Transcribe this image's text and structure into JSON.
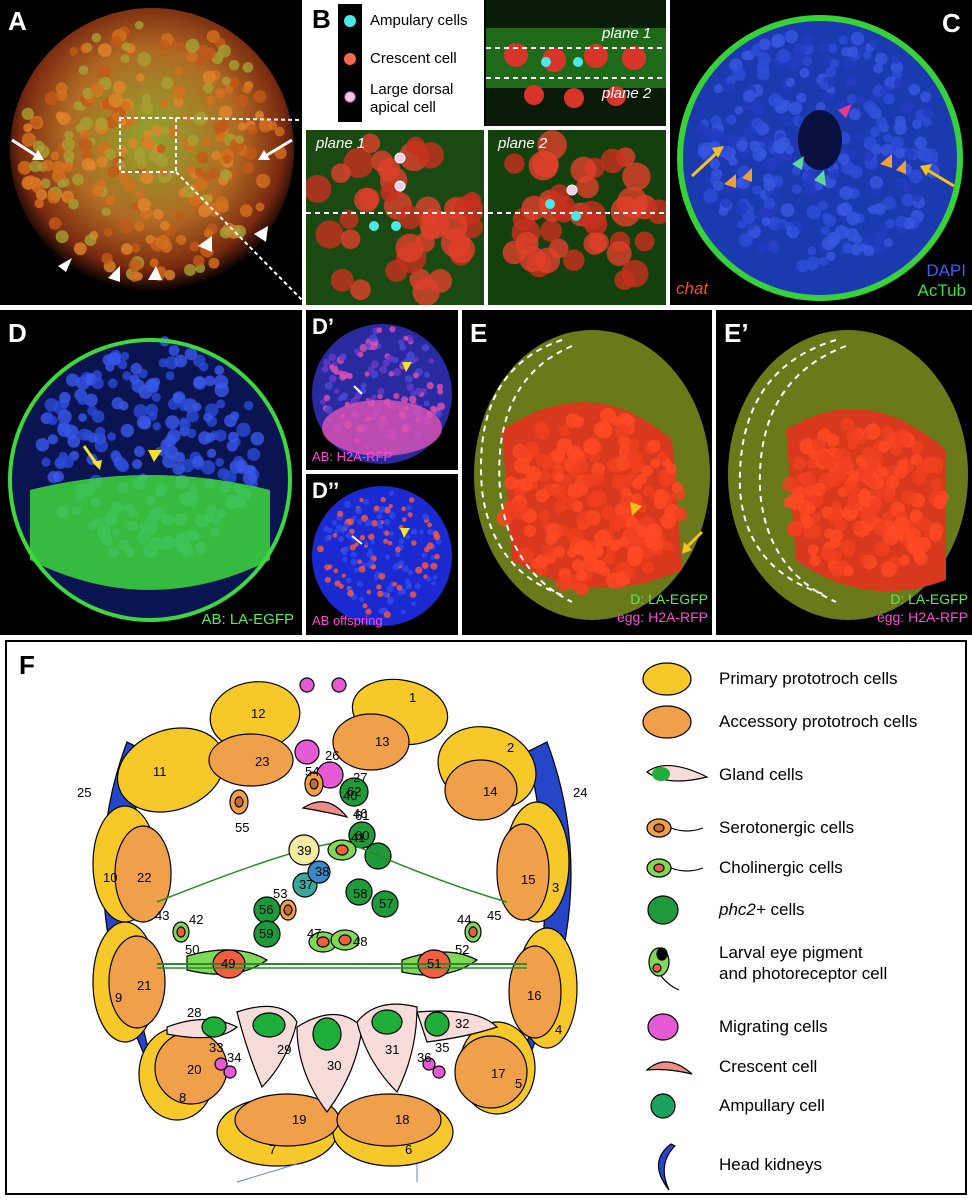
{
  "panels": {
    "a": {
      "label": "A"
    },
    "b": {
      "label": "B",
      "legend": [
        "Ampulary cells",
        "Crescent cell",
        "Large dorsal apical cell"
      ],
      "legend_line3a": "Large dorsal",
      "legend_line3b": "apical cell",
      "plane1": "plane 1",
      "plane2": "plane 2"
    },
    "c": {
      "label": "C",
      "stain": "chat",
      "dapi": "DAPI",
      "actub": "AcTub"
    },
    "d": {
      "label": "D",
      "caption": "AB: LA-EGFP"
    },
    "d1": {
      "label": "D’",
      "caption": "AB: H2A-RFP"
    },
    "d2": {
      "label": "D’’",
      "caption": "AB offspring"
    },
    "e": {
      "label": "E",
      "caption1": "D: LA-EGFP",
      "caption2": "egg: H2A-RFP"
    },
    "e1": {
      "label": "E’",
      "caption1": "D: LA-EGFP",
      "caption2": "egg: H2A-RFP"
    },
    "f": {
      "label": "F",
      "legend": [
        {
          "key": "primary",
          "text": "Primary prototroch cells"
        },
        {
          "key": "accessory",
          "text": "Accessory prototroch cells"
        },
        {
          "key": "gland",
          "text": "Gland cells"
        },
        {
          "key": "serotonergic",
          "text": "Serotonergic cells"
        },
        {
          "key": "cholinergic",
          "text": "Cholinergic cells"
        },
        {
          "key": "phc2",
          "text": "phc2+",
          "suffix": " cells"
        },
        {
          "key": "eye",
          "text": "Larval eye pigment",
          "text2": "and photoreceptor cell"
        },
        {
          "key": "migrating",
          "text": "Migrating cells"
        },
        {
          "key": "crescent",
          "text": "Crescent cell"
        },
        {
          "key": "ampullary",
          "text": "Ampullary cell"
        },
        {
          "key": "kidney",
          "text": "Head kidneys"
        }
      ],
      "numbers": [
        "1",
        "2",
        "3",
        "4",
        "5",
        "6",
        "7",
        "8",
        "9",
        "10",
        "11",
        "12",
        "13",
        "14",
        "15",
        "16",
        "17",
        "18",
        "19",
        "20",
        "21",
        "22",
        "23",
        "24",
        "25",
        "26",
        "27",
        "28",
        "29",
        "30",
        "31",
        "32",
        "33",
        "34",
        "35",
        "36",
        "37",
        "38",
        "39",
        "40",
        "41",
        "42",
        "43",
        "44",
        "45",
        "46",
        "47",
        "48",
        "49",
        "50",
        "51",
        "52",
        "53",
        "54",
        "55",
        "56",
        "57",
        "58",
        "59",
        "60",
        "61",
        "62"
      ]
    }
  },
  "colors": {
    "primary": "#f7c82a",
    "accessory": "#f0a04b",
    "phc2": "#1f9a3a",
    "gland_body": "#f8dcd9",
    "gland_nucleus": "#1fae3a",
    "migrating": "#e65ad6",
    "crescent": "#ec8d86",
    "ampullary": "#1aa25e",
    "kidney": "#2546c8",
    "cholinergic": "#7fd957",
    "serotonergic": "#c86a28",
    "blue_text": "#3a5cff",
    "green_text": "#38e23a",
    "red_text": "#ff3a1a",
    "magenta_text": "#ff3ad8",
    "label_white": "#ffffff"
  }
}
